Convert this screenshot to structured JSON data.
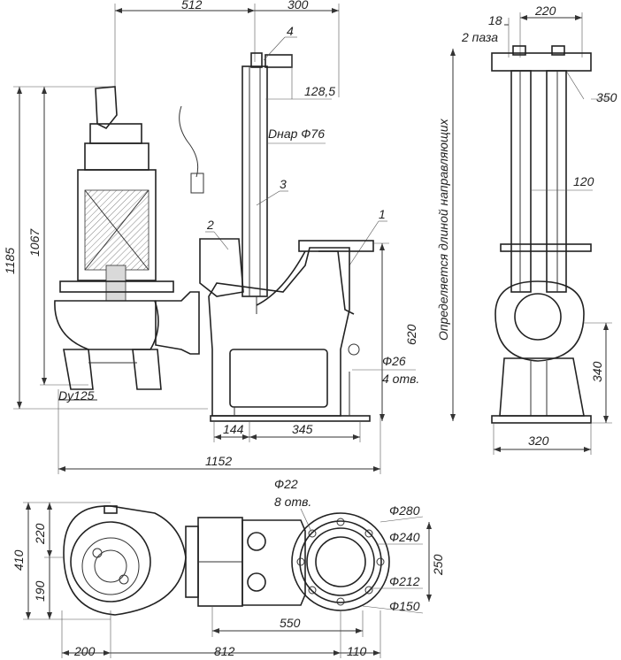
{
  "front_view": {
    "dim_512": "512",
    "dim_300": "300",
    "leader_4": "4",
    "dim_128_5": "128,5",
    "dia_76": "Dнар Ф76",
    "leader_3": "3",
    "leader_2": "2",
    "leader_1": "1",
    "dim_1185": "1185",
    "dim_1067": "1067",
    "dim_620": "620",
    "hole_dia": "Ф26",
    "hole_count": "4 отв.",
    "dy125": "Dy125",
    "dim_144": "144",
    "dim_345": "345",
    "dim_1152": "1152",
    "vertical_note": "Определяется длиной направляющих"
  },
  "side_view": {
    "dim_18": "18",
    "slots": "2 паза",
    "dim_220": "220",
    "dim_350": "350",
    "dim_120": "120",
    "dim_340": "340",
    "dim_320": "320"
  },
  "plan_view": {
    "hole_dia": "Ф22",
    "hole_count": "8 отв.",
    "dia_280": "Ф280",
    "dia_240": "Ф240",
    "dia_212": "Ф212",
    "dia_150": "Ф150",
    "dim_410": "410",
    "dim_220": "220",
    "dim_190": "190",
    "dim_250": "250",
    "dim_550": "550",
    "dim_200": "200",
    "dim_812": "812",
    "dim_110": "110"
  }
}
